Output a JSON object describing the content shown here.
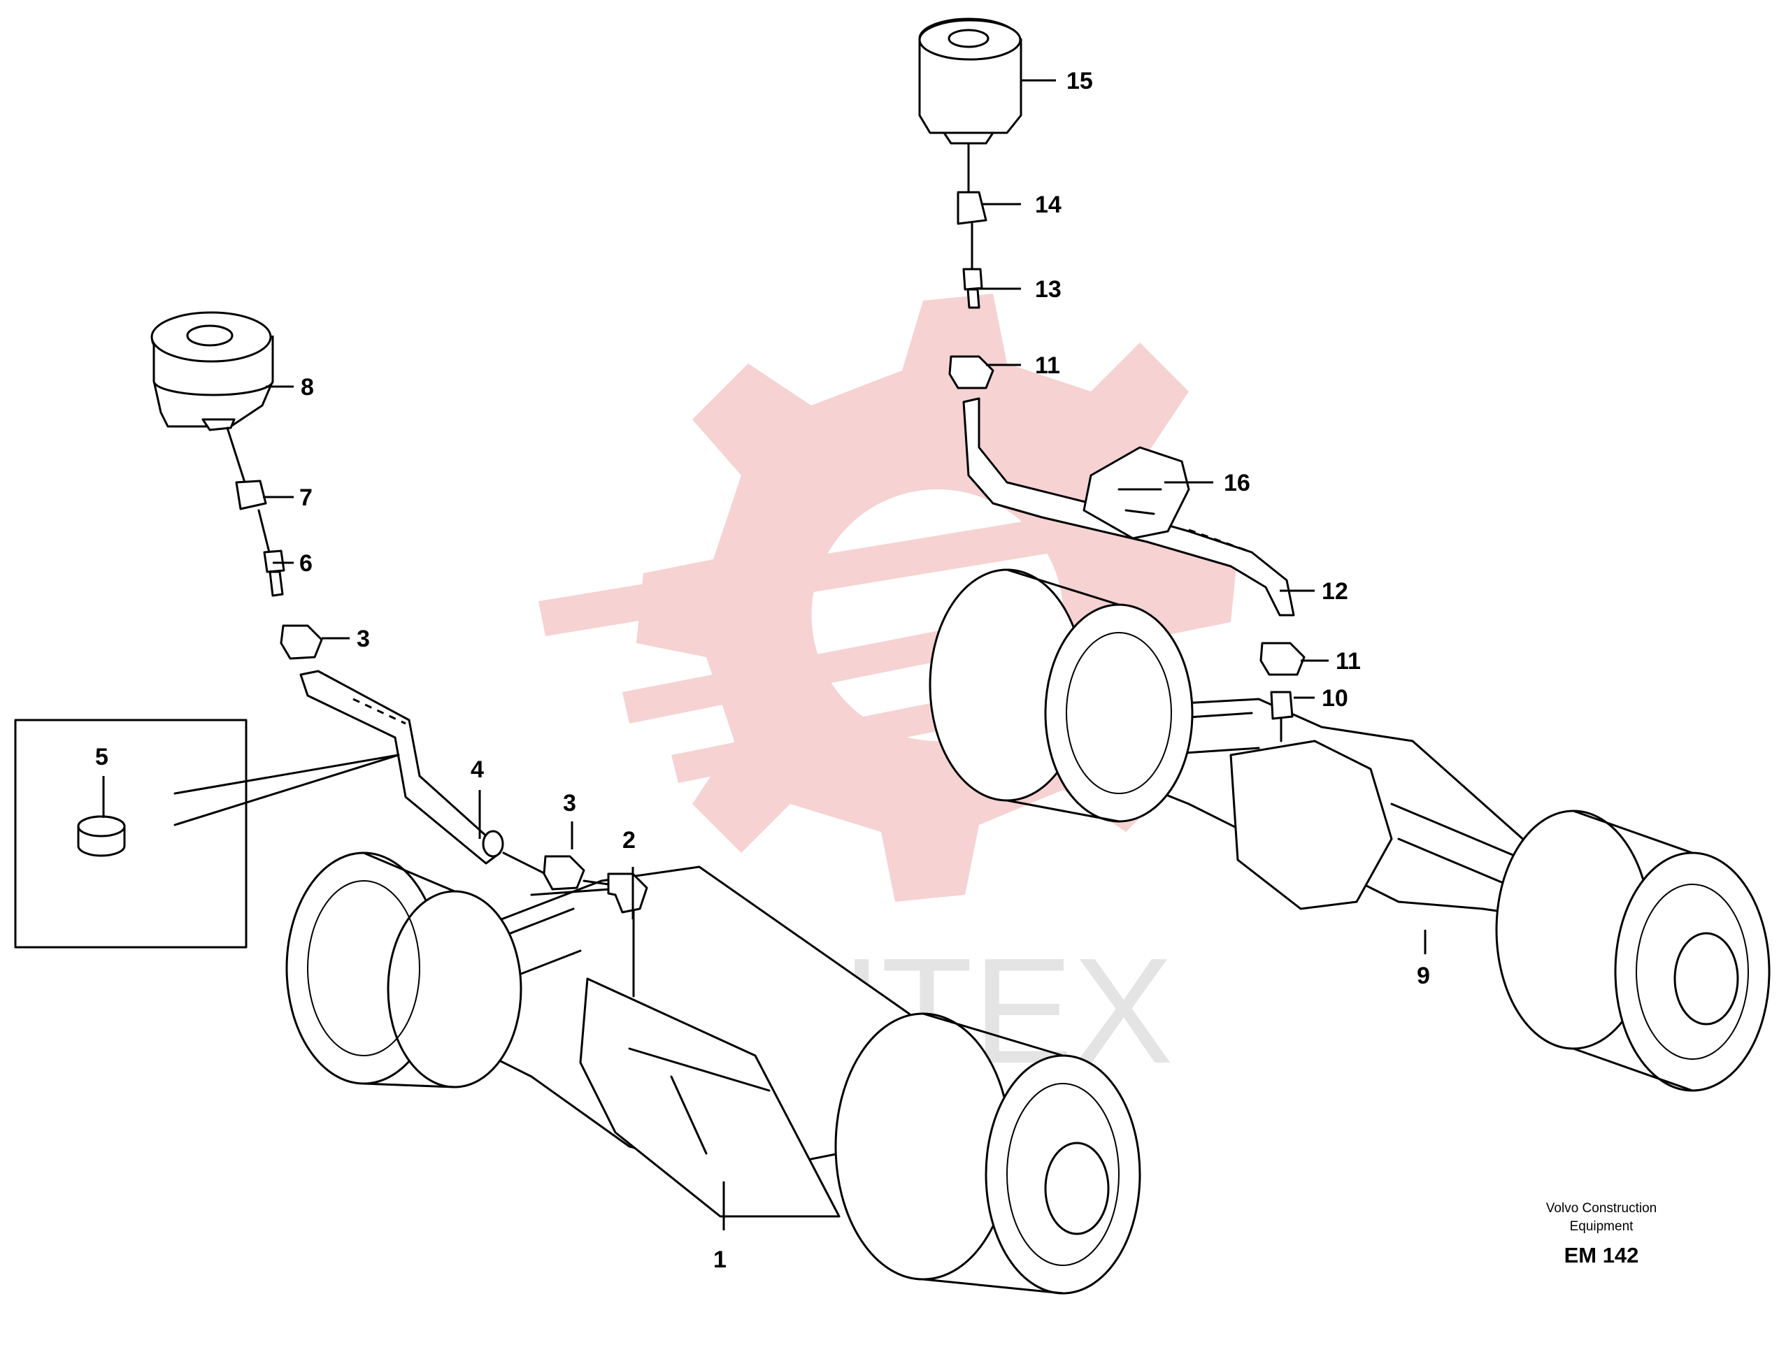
{
  "watermark": {
    "text": "ИНТЕХ",
    "logo_color": "#f6d2d2",
    "text_color": "#e4e4e4"
  },
  "callouts": [
    "1",
    "2",
    "3",
    "3",
    "4",
    "5",
    "6",
    "7",
    "8",
    "9",
    "10",
    "11",
    "11",
    "12",
    "13",
    "14",
    "15",
    "16"
  ],
  "credit": {
    "line1": "Volvo Construction",
    "line2": "Equipment",
    "code": "EM 142"
  },
  "colors": {
    "line": "#000000",
    "background": "#ffffff"
  }
}
